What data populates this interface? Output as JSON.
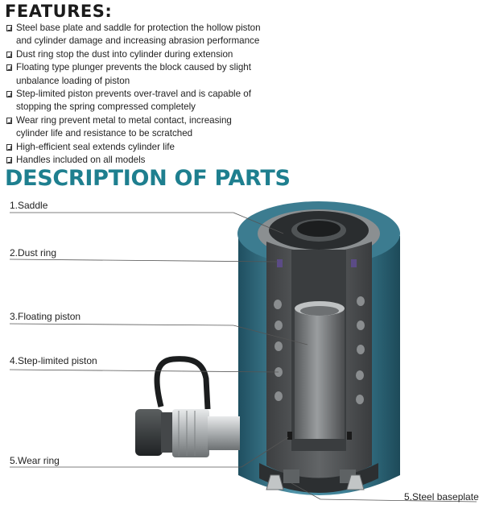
{
  "features": {
    "title": "FEATURES:",
    "items": [
      "Steel base plate and saddle for protection the hollow piston and cylinder damage and increasing abrasion performance",
      "Dust ring stop the dust into cylinder during extension",
      "Floating type plunger prevents the block caused by slight unbalance loading of piston",
      "Step-limited piston prevents over-travel and is capable of stopping the spring compressed completely",
      "Wear ring prevent metal to metal contact, increasing cylinder life and resistance to be scratched",
      "High-efficient seal extends cylinder life",
      "Handles included on all models"
    ]
  },
  "description": {
    "title": "DESCRIPTION OF PARTS",
    "parts": [
      "1.Saddle",
      "2.Dust ring",
      "3.Floating piston",
      "4.Step-limited piston",
      "5.Wear ring",
      "5.Steel baseplate"
    ]
  },
  "colors": {
    "heading_accent": "#1e7f8f",
    "cylinder_teal": "#3f7f93",
    "cylinder_dark": "#2a3a40"
  }
}
